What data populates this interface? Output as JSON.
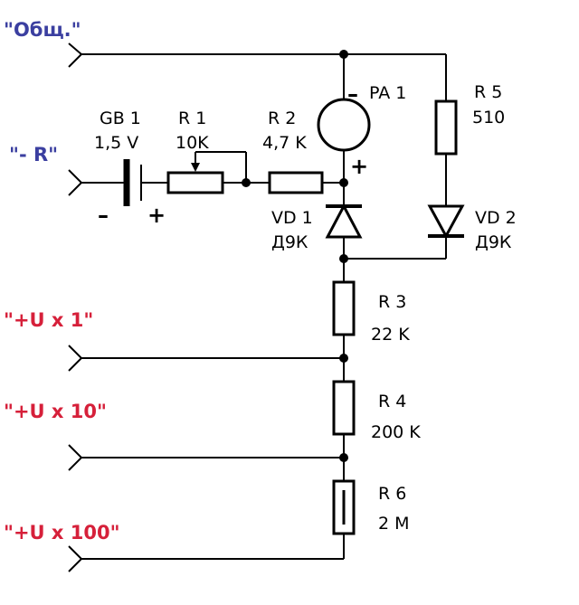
{
  "colors": {
    "ground_label": "#3b3fa0",
    "input_label": "#d6203a",
    "wire": "#000000"
  },
  "terminals": {
    "common": "\"Общ.\"",
    "minus_r": "\"- R\"",
    "u_x1": "\"+U x 1\"",
    "u_x10": "\"+U x 10\"",
    "u_x100": "\"+U x 100\""
  },
  "components": {
    "gb1": {
      "ref": "GB 1",
      "value": "1,5 V"
    },
    "r1": {
      "ref": "R 1",
      "value": "10K"
    },
    "r2": {
      "ref": "R 2",
      "value": "4,7 K"
    },
    "pa1": {
      "ref": "PA 1"
    },
    "r5": {
      "ref": "R 5",
      "value": "510"
    },
    "vd1": {
      "ref": "VD 1",
      "value": "Д9К"
    },
    "vd2": {
      "ref": "VD 2",
      "value": "Д9К"
    },
    "r3": {
      "ref": "R 3",
      "value": "22 K"
    },
    "r4": {
      "ref": "R 4",
      "value": "200 K"
    },
    "r6": {
      "ref": "R 6",
      "value": "2 M"
    }
  },
  "polarity": {
    "minus": "–",
    "plus": "+",
    "meter_minus": "–",
    "meter_plus": "+"
  }
}
